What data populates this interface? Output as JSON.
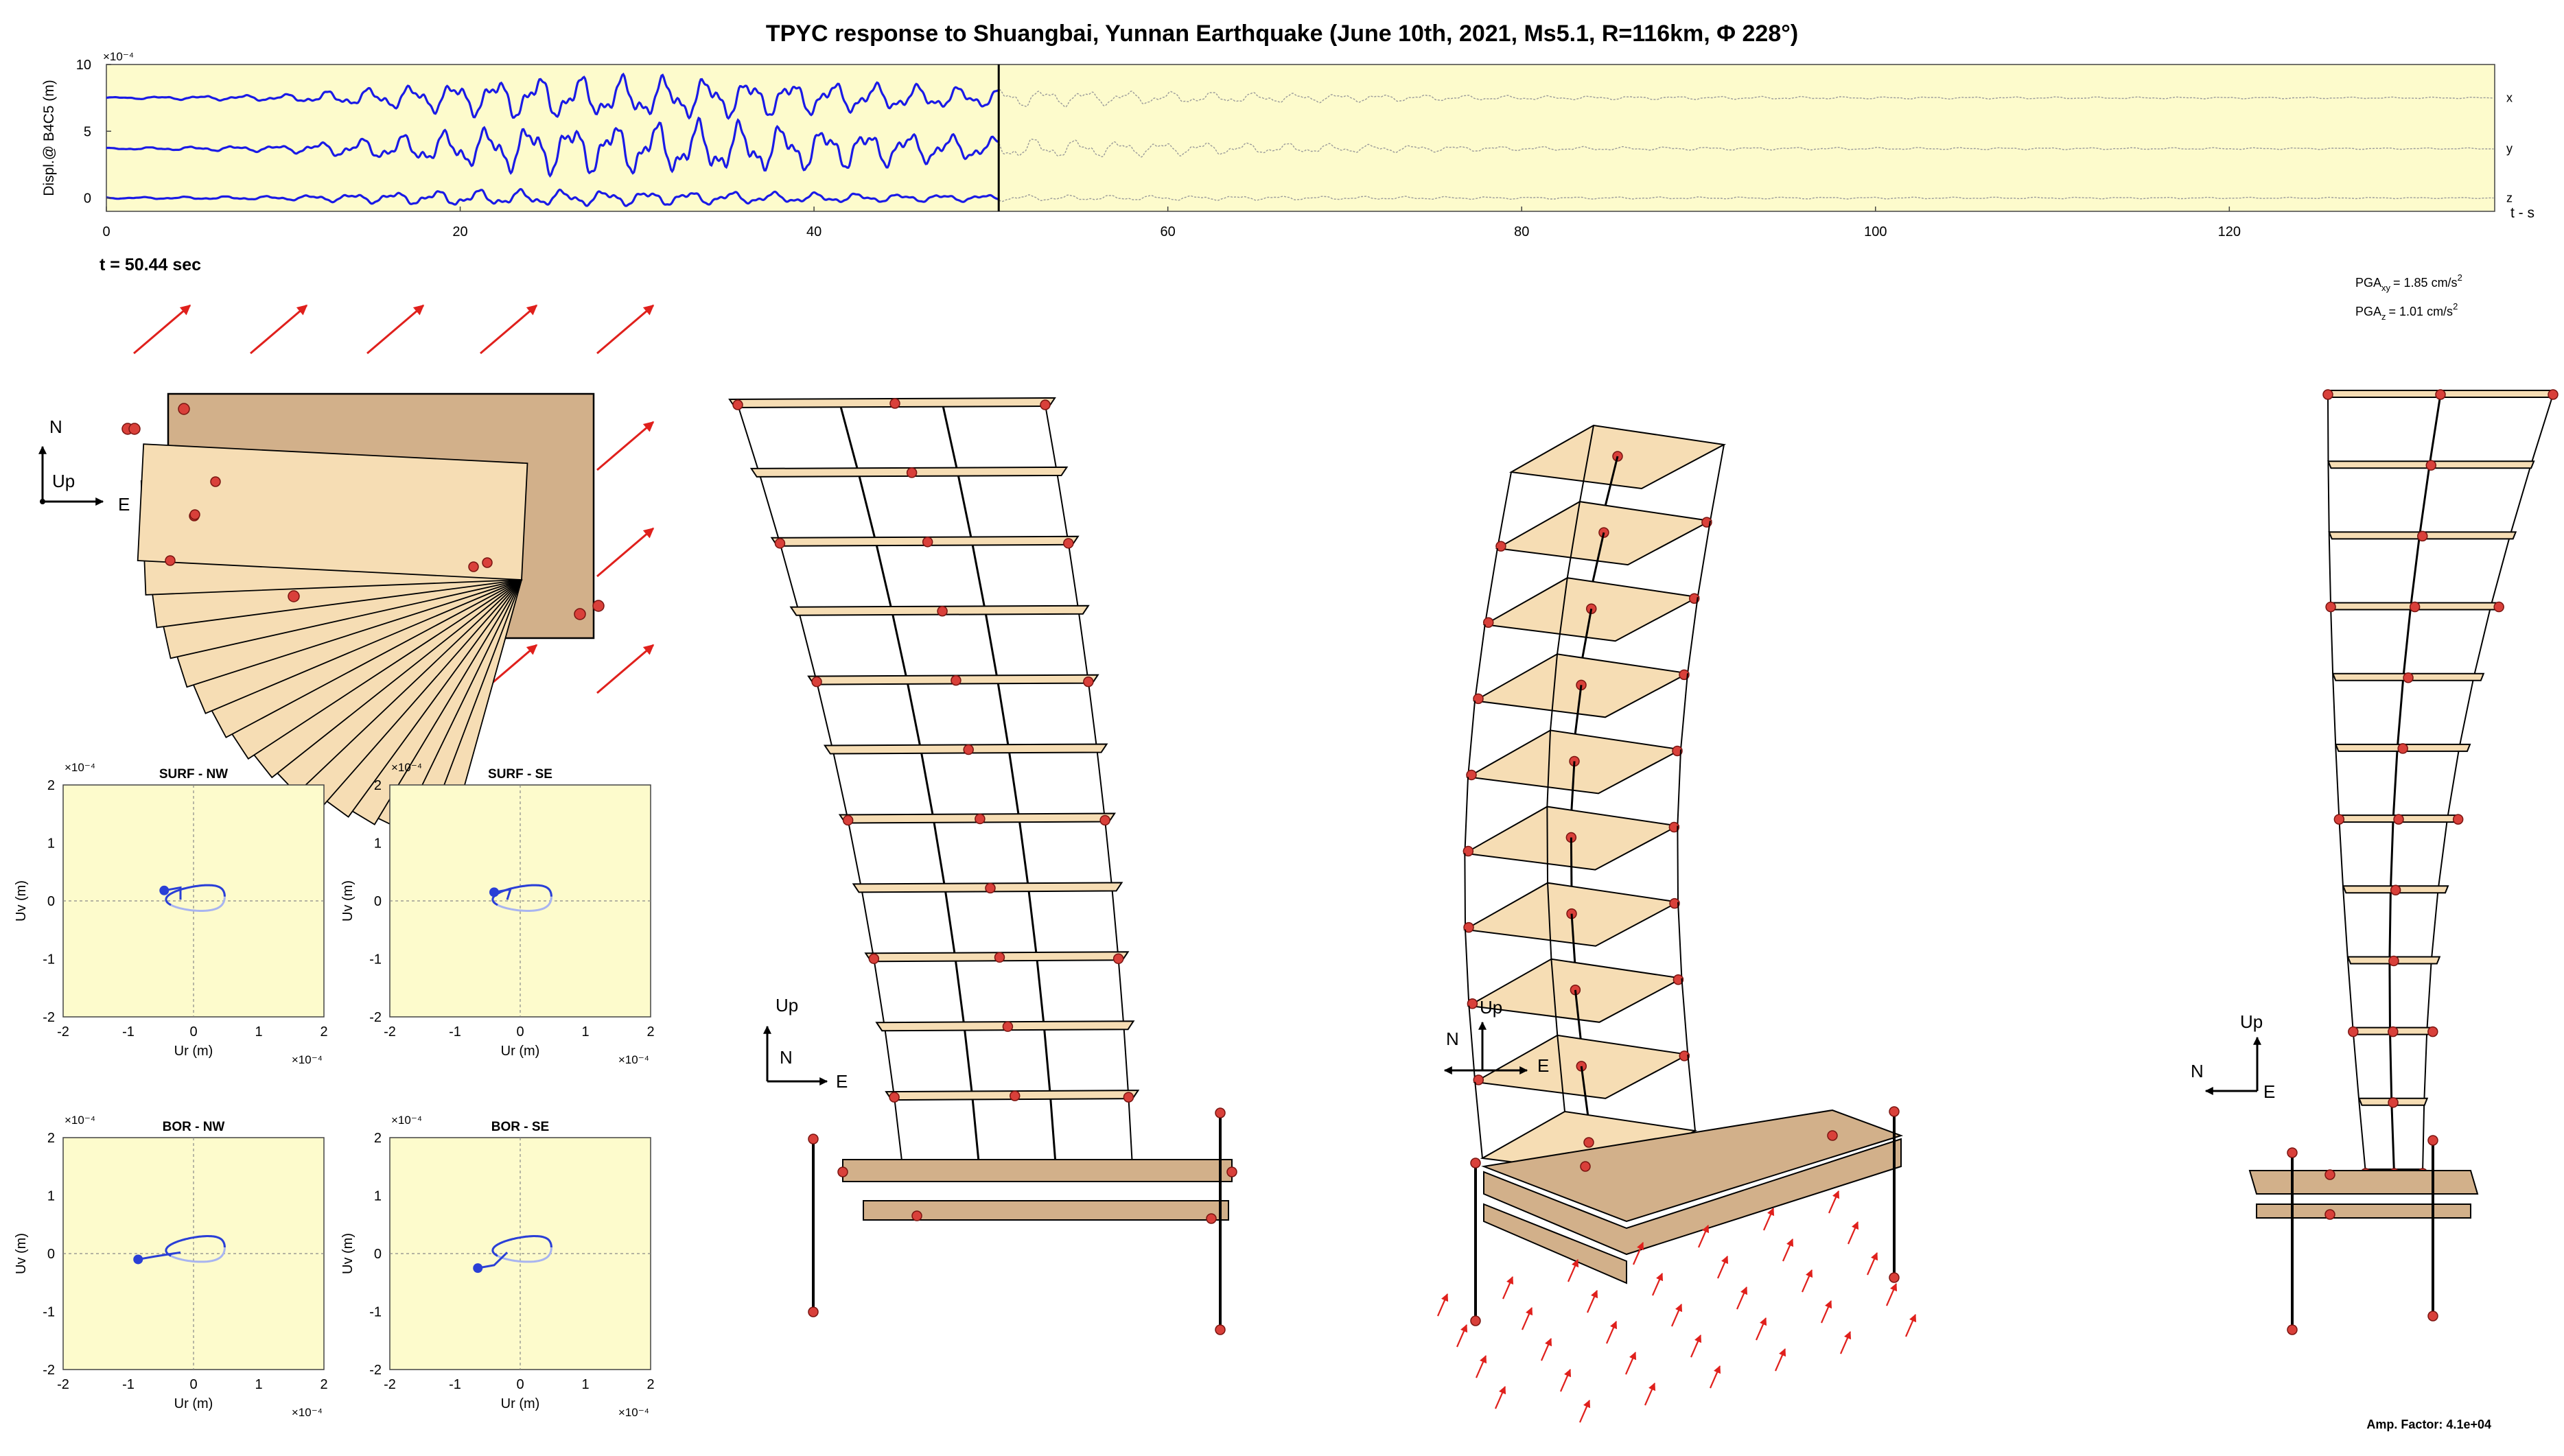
{
  "title": "TPYC response to Shuangbai, Yunnan Earthquake (June 10th, 2021, Ms5.1, R=116km, Φ 228°)",
  "time_label": "t = 50.44 sec",
  "pga": {
    "xy_prefix": "PGA",
    "xy_sub": "xy",
    "xy_value": "= 1.85 cm/s",
    "z_prefix": "PGA",
    "z_sub": "z",
    "z_value": "= 1.01 cm/s",
    "exp": "2"
  },
  "amp_factor": "Amp. Factor: 4.1e+04",
  "orientation": {
    "plan": {
      "n": "N",
      "up": "Up",
      "e": "E"
    },
    "view1": {
      "up": "Up",
      "n": "N",
      "e": "E"
    },
    "view2": {
      "up": "Up",
      "n": "N",
      "e": "E"
    },
    "view3": {
      "up": "Up",
      "n": "N",
      "e": "E"
    }
  },
  "colors": {
    "panel_bg": "#fdfbcc",
    "trace": "#1a1ae6",
    "trace_future": "#9a9a9a",
    "slab": "#f6ddb4",
    "base": "#d2b08a",
    "arrow": "#e0201c",
    "sensor": "#d9403a",
    "orbit": "#2a3fd6",
    "orbit_light": "#a8b4f0"
  },
  "chart_data": [
    {
      "type": "line",
      "name": "displacement-time-history",
      "ylabel": "Displ.@ B4C5 (m)",
      "xlabel": "t - s",
      "y_scale_exp": "×10⁻⁴",
      "xlim": [
        0,
        135
      ],
      "ylim": [
        -1,
        10
      ],
      "x_ticks": [
        "0",
        "20",
        "40",
        "60",
        "80",
        "100",
        "120"
      ],
      "x_tick_values": [
        0,
        20,
        40,
        60,
        80,
        100,
        120
      ],
      "y_ticks": [
        "0",
        "5",
        "10"
      ],
      "y_tick_values": [
        0,
        5,
        10
      ],
      "current_time": 50.44,
      "series": [
        {
          "name": "x",
          "offset": 7.5,
          "amps": [
            [
              0,
              0.05
            ],
            [
              10,
              0.25
            ],
            [
              16,
              0.8
            ],
            [
              24,
              1.6
            ],
            [
              34,
              1.5
            ],
            [
              44,
              1.0
            ],
            [
              50,
              0.7
            ],
            [
              60,
              0.45
            ],
            [
              80,
              0.15
            ],
            [
              100,
              0.08
            ],
            [
              135,
              0.05
            ]
          ]
        },
        {
          "name": "y",
          "offset": 3.7,
          "amps": [
            [
              0,
              0.05
            ],
            [
              10,
              0.25
            ],
            [
              16,
              0.9
            ],
            [
              24,
              1.8
            ],
            [
              34,
              2.0
            ],
            [
              44,
              1.3
            ],
            [
              50,
              0.8
            ],
            [
              60,
              0.5
            ],
            [
              80,
              0.15
            ],
            [
              100,
              0.08
            ],
            [
              135,
              0.05
            ]
          ]
        },
        {
          "name": "z",
          "offset": 0.0,
          "amps": [
            [
              0,
              0.05
            ],
            [
              10,
              0.15
            ],
            [
              20,
              0.6
            ],
            [
              30,
              0.55
            ],
            [
              44,
              0.3
            ],
            [
              55,
              0.2
            ],
            [
              80,
              0.08
            ],
            [
              135,
              0.04
            ]
          ]
        }
      ]
    },
    {
      "type": "line",
      "name": "orbit-surf-nw",
      "title": "SURF - NW",
      "xlabel": "Ur (m)",
      "ylabel": "Uv (m)",
      "x_exp": "×10⁻⁴",
      "y_exp": "×10⁻⁴",
      "xlim": [
        -2,
        2
      ],
      "ylim": [
        -2,
        2
      ],
      "ticks": [
        "-2",
        "-1",
        "0",
        "1",
        "2"
      ],
      "tick_values": [
        -2,
        -1,
        0,
        1,
        2
      ],
      "y_ticks": [
        "-2",
        "-1",
        "0",
        "1",
        "2"
      ],
      "current_point": [
        -0.45,
        0.18
      ]
    },
    {
      "type": "line",
      "name": "orbit-surf-se",
      "title": "SURF - SE",
      "xlabel": "Ur (m)",
      "ylabel": "Uv (m)",
      "x_exp": "×10⁻⁴",
      "y_exp": "×10⁻⁴",
      "xlim": [
        -2,
        2
      ],
      "ylim": [
        -2,
        2
      ],
      "ticks": [
        "-2",
        "-1",
        "0",
        "1",
        "2"
      ],
      "tick_values": [
        -2,
        -1,
        0,
        1,
        2
      ],
      "y_ticks": [
        "-2",
        "-1",
        "0",
        "1",
        "2"
      ],
      "current_point": [
        -0.4,
        0.15
      ]
    },
    {
      "type": "line",
      "name": "orbit-bor-nw",
      "title": "BOR - NW",
      "xlabel": "Ur (m)",
      "ylabel": "Uv (m)",
      "x_exp": "×10⁻⁴",
      "y_exp": "×10⁻⁴",
      "xlim": [
        -2,
        2
      ],
      "ylim": [
        -2,
        2
      ],
      "ticks": [
        "-2",
        "-1",
        "0",
        "1",
        "2"
      ],
      "tick_values": [
        -2,
        -1,
        0,
        1,
        2
      ],
      "y_ticks": [
        "-2",
        "-1",
        "0",
        "1",
        "2"
      ],
      "current_point": [
        -0.85,
        -0.1
      ]
    },
    {
      "type": "line",
      "name": "orbit-bor-se",
      "title": "BOR - SE",
      "xlabel": "Ur (m)",
      "ylabel": "Uv (m)",
      "x_exp": "×10⁻⁴",
      "y_exp": "×10⁻⁴",
      "xlim": [
        -2,
        2
      ],
      "ylim": [
        -2,
        2
      ],
      "ticks": [
        "-2",
        "-1",
        "0",
        "1",
        "2"
      ],
      "tick_values": [
        -2,
        -1,
        0,
        1,
        2
      ],
      "y_ticks": [
        "-2",
        "-1",
        "0",
        "1",
        "2"
      ],
      "current_point": [
        -0.65,
        -0.25
      ]
    }
  ]
}
